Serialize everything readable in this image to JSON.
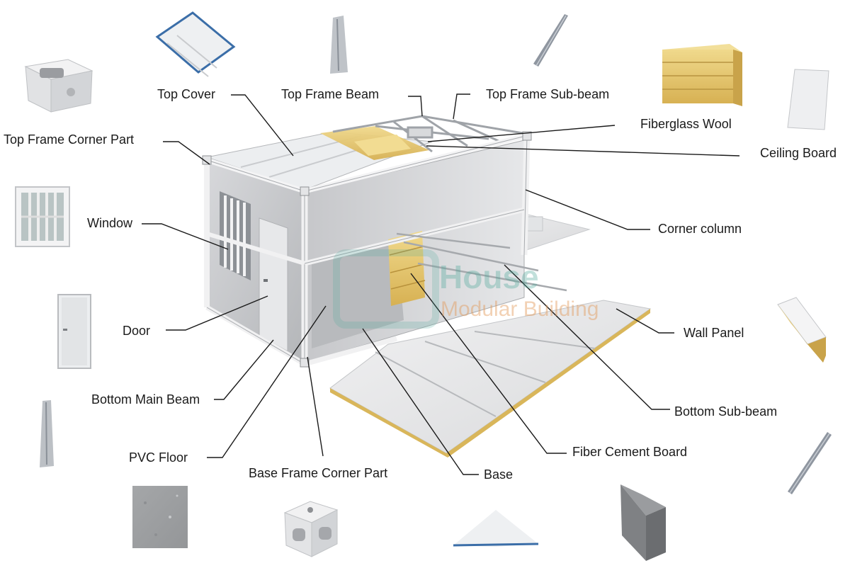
{
  "labels": {
    "top_cover": "Top Cover",
    "top_frame_beam": "Top Frame Beam",
    "top_frame_sub_beam": "Top Frame Sub-beam",
    "fiberglass_wool": "Fiberglass Wool",
    "ceiling_board": "Ceiling Board",
    "top_frame_corner_part": "Top Frame Corner Part",
    "window": "Window",
    "corner_column": "Corner column",
    "door": "Door",
    "wall_panel": "Wall Panel",
    "bottom_main_beam": "Bottom Main Beam",
    "bottom_sub_beam": "Bottom Sub-beam",
    "pvc_floor": "PVC Floor",
    "fiber_cement_board": "Fiber Cement Board",
    "base_frame_corner_part": "Base Frame Corner Part",
    "base": "Base"
  },
  "watermark": {
    "brand": "House",
    "tagline": "Modular Building"
  },
  "colors": {
    "panel_light": "#e9e9eb",
    "panel_mid": "#cfd0d3",
    "panel_dark": "#a9abae",
    "insulation": "#e3c36a",
    "frame_blue": "#3b6ea8",
    "leader_line": "#1a1a1a",
    "watermark_green": "#4fa89a",
    "watermark_orange": "#e39a5a"
  }
}
